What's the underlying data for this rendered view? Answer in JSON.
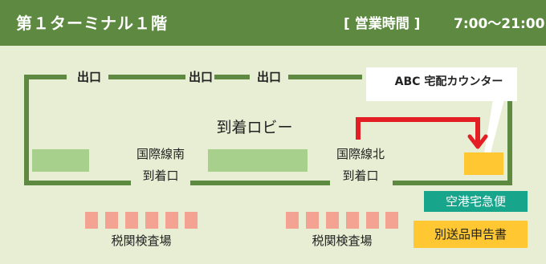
{
  "header": {
    "title": "第１ターミナル１階",
    "hours_label": "[ 営業時間 ]",
    "hours": "7:00〜21:00"
  },
  "map": {
    "exits": [
      "出口",
      "出口",
      "出口"
    ],
    "lobby": "到着ロビー",
    "gate_south": {
      "line1": "国際線南",
      "line2": "到着口"
    },
    "gate_north": {
      "line1": "国際線北",
      "line2": "到着口"
    },
    "customs_left": "税関検査場",
    "customs_right": "税関検査場",
    "callout": "ABC 宅配カウンター",
    "tag_airport_express": "空港宅急便",
    "tag_separate_goods": "別送品申告書"
  },
  "colors": {
    "header_bg": "#5d8a40",
    "background": "#e7eed3",
    "wall": "#5d8a40",
    "block_green": "#a8d08d",
    "customs_block": "#f4a393",
    "arrow_red": "#e31e24",
    "counter_yellow": "#ffc832",
    "teal": "#17a58c"
  }
}
